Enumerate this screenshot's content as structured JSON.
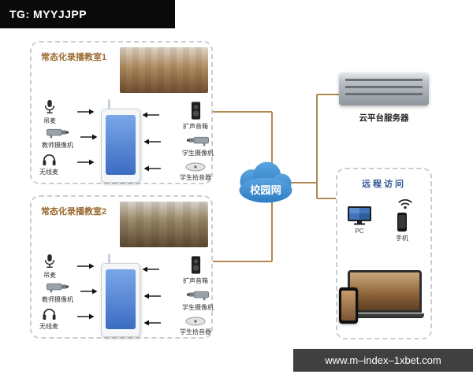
{
  "header": {
    "tag_label": "TG: MYYJJPP"
  },
  "footer": {
    "url_label": "www.m–index–1xbet.com"
  },
  "classroom1": {
    "title": "常态化录播教室1",
    "devices_left": [
      "吊麦",
      "教师摄像机",
      "无线麦"
    ],
    "devices_right": [
      "扩声音箱",
      "学生摄像机",
      "学生拾音器"
    ]
  },
  "classroom2": {
    "title": "常态化录播教室2",
    "devices_left": [
      "吊麦",
      "教师摄像机",
      "无线麦"
    ],
    "devices_right": [
      "扩声音箱",
      "学生摄像机",
      "学生拾音器"
    ]
  },
  "network": {
    "cloud_label": "校园网"
  },
  "server": {
    "label": "云平台服务器"
  },
  "remote": {
    "title": "远程访问",
    "pc_label": "PC",
    "phone_label": "手机"
  },
  "icons": {
    "mic": "hanging-microphone",
    "camera": "cctv-camera",
    "headset": "wireless-mic-headset",
    "speaker": "speaker-box",
    "pickup": "ceiling-pickup-disc",
    "monitor": "pc-monitor",
    "phone": "smartphone",
    "wifi": "wifi-signal",
    "cloud": "network-cloud",
    "server": "rack-server",
    "laptop": "laptop"
  },
  "colors": {
    "wire": "#b08a4f",
    "room_title": "#9a6b32",
    "remote_title": "#2f5496",
    "cloud_blue": "#3a86cc"
  }
}
